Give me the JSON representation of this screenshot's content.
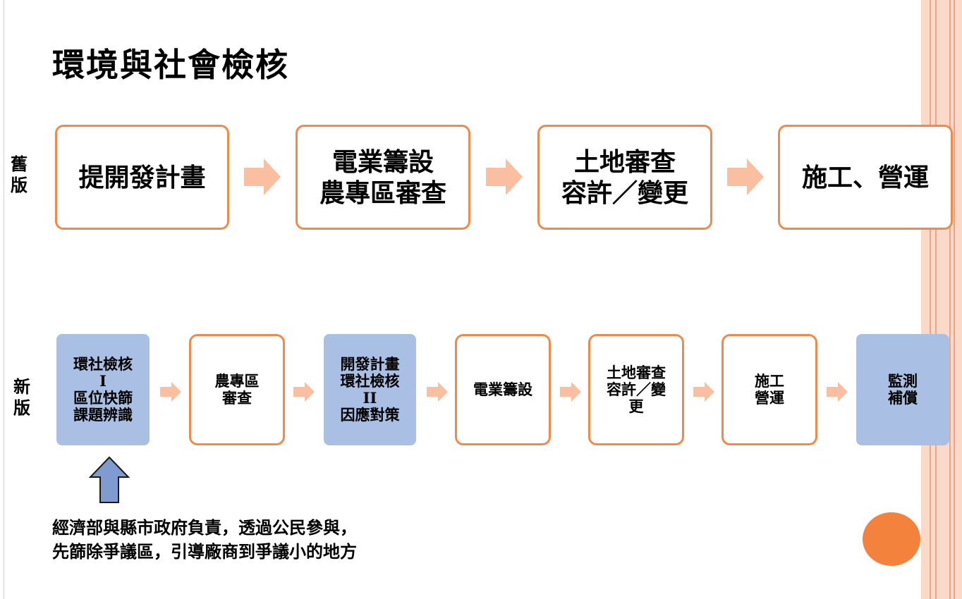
{
  "title": "環境與社會檢核",
  "old_label": "舊\n版",
  "new_label": "新\n版",
  "old_steps": [
    "提開發計畫",
    "電業籌設\n農專區審查",
    "土地審查\n容許／變更",
    "施工、營運"
  ],
  "new_steps": [
    "環社檢核\nI\n區位快篩\n課題辨識",
    "農專區\n審查",
    "開發計畫\n環社檢核\nII\n因應對策",
    "電業籌設",
    "土地審查\n容許／變\n更",
    "施工\n營運",
    "監測\n補償"
  ],
  "note": "經濟部與縣市政府負責，透過公民參與，\n先篩除爭議區，引導廠商到爭議小的地方",
  "colors": {
    "orange_border": "#ef8a4d",
    "arrow": "#f9bfa0",
    "blue_box": "#a9bfe3",
    "up_arrow": "#7f9bd0",
    "circle": "#f3823d"
  }
}
